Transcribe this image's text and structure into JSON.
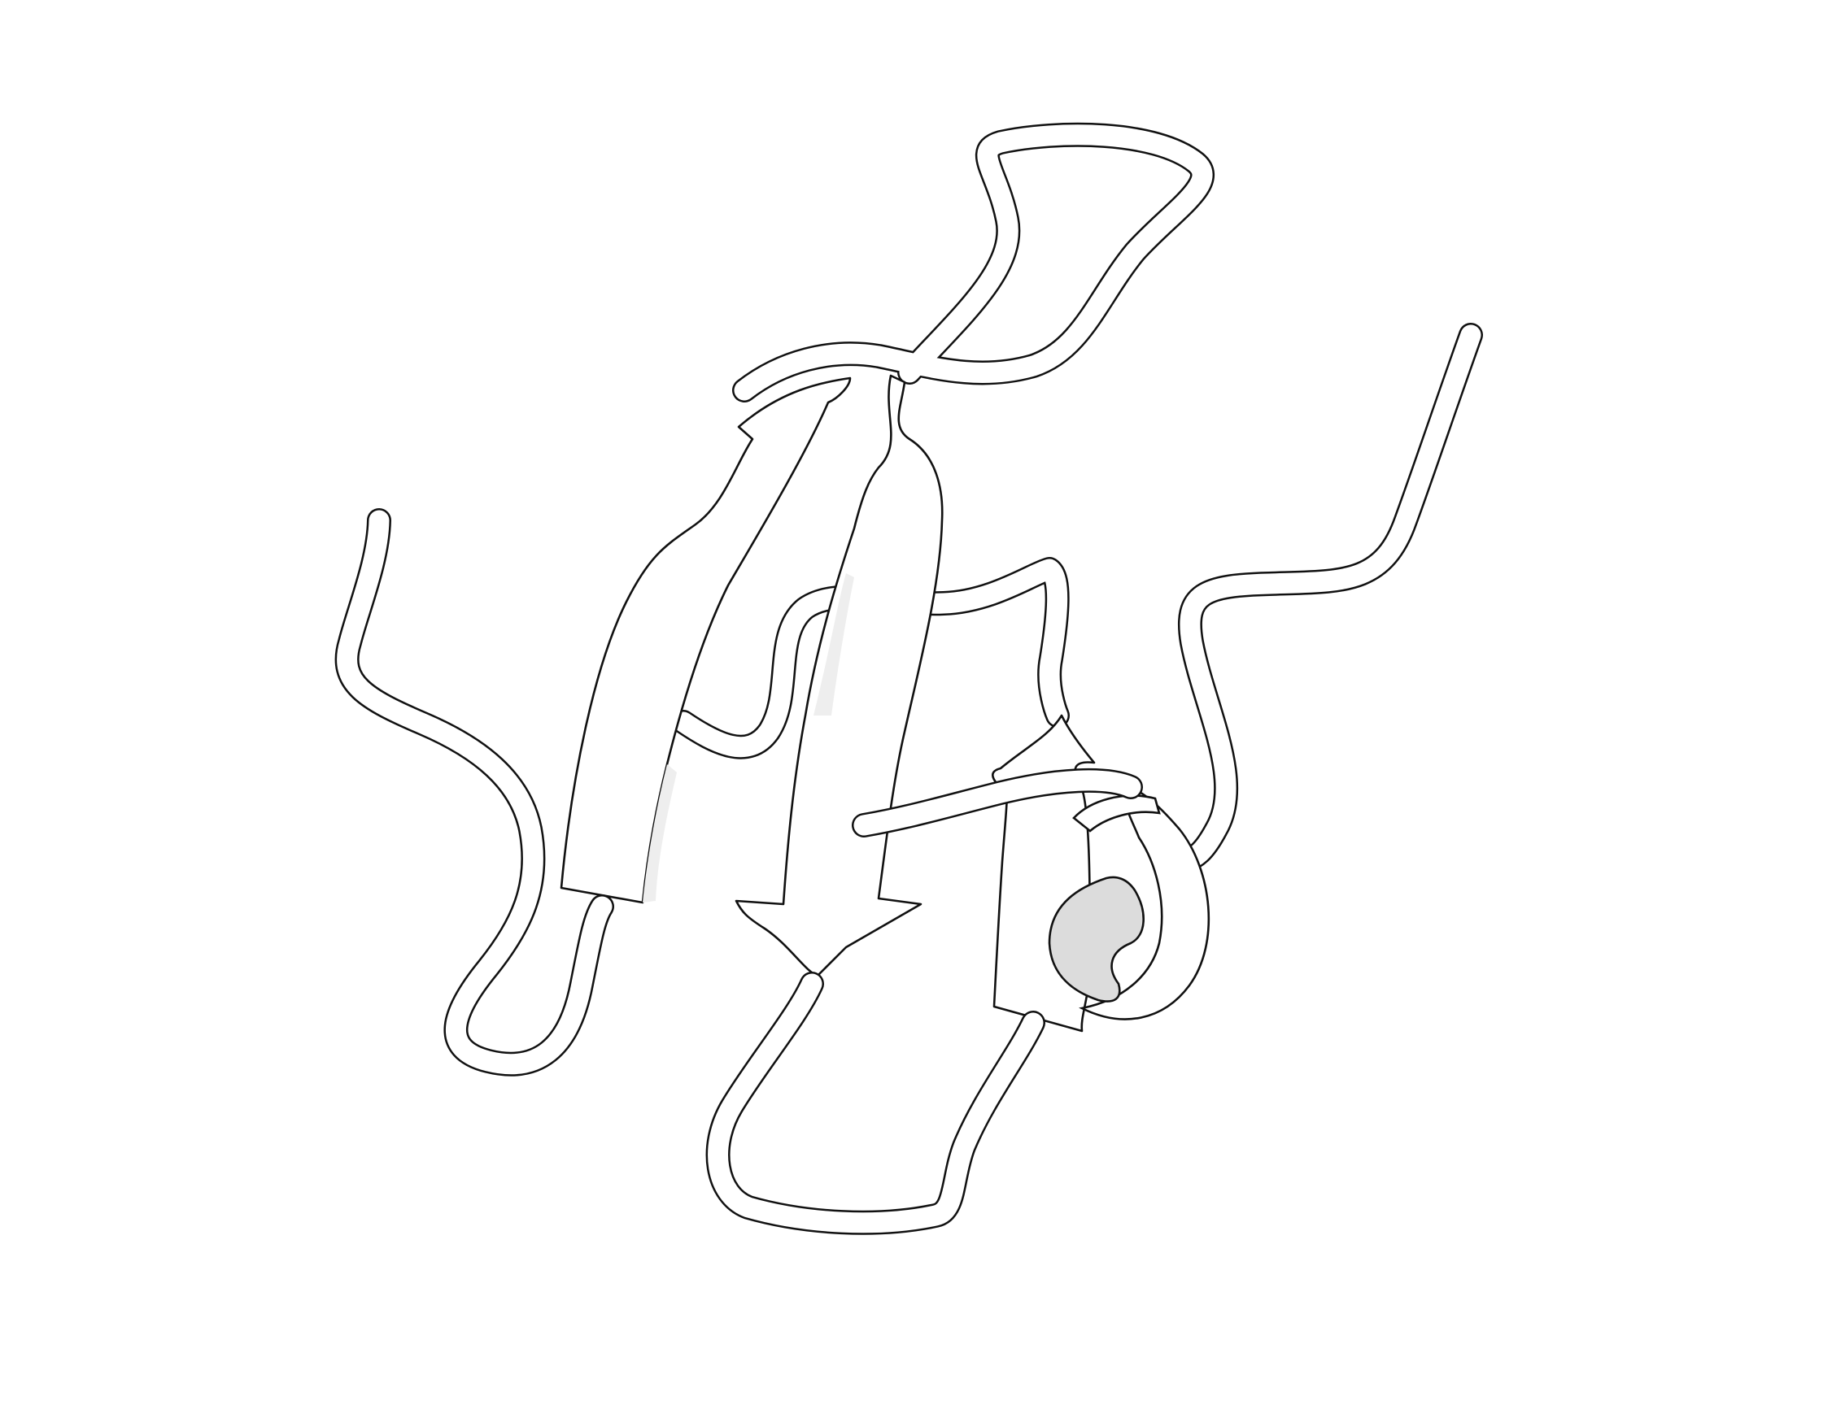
{
  "figure": {
    "kind": "protein-ribbon-cartoon",
    "style": "line-art",
    "colors": {
      "background": "#ffffff",
      "outline": "#111111",
      "fill": "#ffffff",
      "shade": "#dcdcdc"
    },
    "elements": {
      "coils": 7,
      "beta_strands": 4,
      "helix_turns": 1
    }
  }
}
